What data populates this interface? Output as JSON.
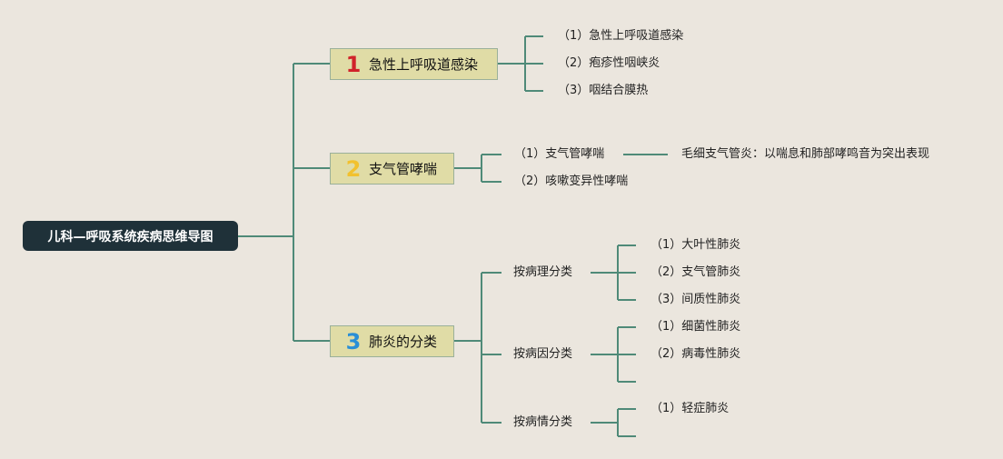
{
  "root": {
    "title": "儿科—呼吸系统疾病思维导图"
  },
  "colors": {
    "connector": "#4f8a78",
    "root_bg": "#1f3139",
    "branch_bg": "#e0dca6",
    "num1": "#d0232a",
    "num2": "#f2c12e",
    "num3": "#2a8fd6"
  },
  "branches": [
    {
      "number": "1",
      "title": "急性上呼吸道感染",
      "items": [
        "（1）急性上呼吸道感染",
        "（2）疱疹性咽峡炎",
        "（3）咽结合膜热"
      ]
    },
    {
      "number": "2",
      "title": "支气管哮喘",
      "items": [
        "（1）支气管哮喘",
        "（2）咳嗽变异性哮喘"
      ],
      "note": "毛细支气管炎：以喘息和肺部哮鸣音为突出表现"
    },
    {
      "number": "3",
      "title": "肺炎的分类",
      "groups": [
        {
          "title": "按病理分类",
          "items": [
            "（1）大叶性肺炎",
            "（2）支气管肺炎",
            "（3）间质性肺炎"
          ]
        },
        {
          "title": "按病因分类",
          "items": [
            "（1）细菌性肺炎",
            "（2）病毒性肺炎"
          ]
        },
        {
          "title": "按病情分类",
          "items": [
            "（1）轻症肺炎"
          ]
        }
      ]
    }
  ]
}
